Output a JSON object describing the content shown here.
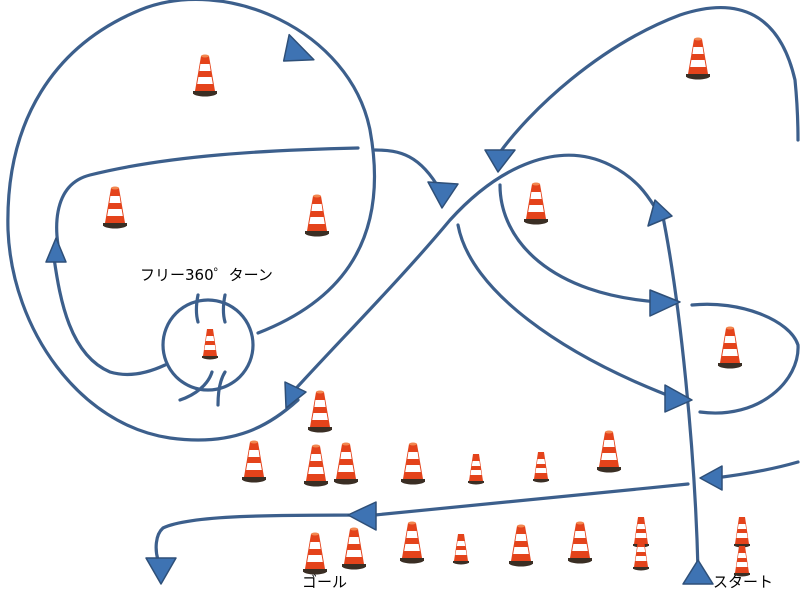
{
  "diagram": {
    "labels": {
      "free_turn": "フリー360゜ターン",
      "goal": "ゴール",
      "start": "スタート"
    },
    "colors": {
      "path": "#3c5f8c",
      "arrow": "#3e73b3",
      "cone_orange": "#e4431b",
      "cone_stripe": "#ffffff",
      "cone_base": "#3a2e24"
    }
  }
}
